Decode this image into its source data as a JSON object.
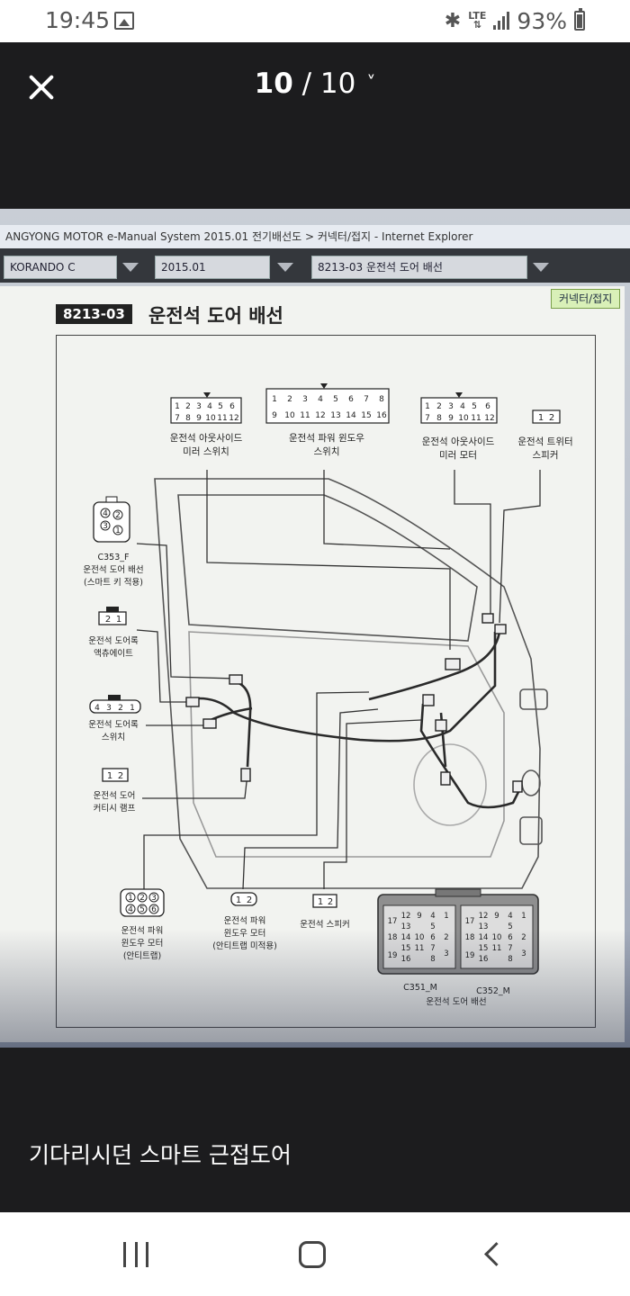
{
  "status": {
    "time": "19:45",
    "network": "LTE",
    "battery": "93%",
    "icons": [
      "gallery-icon",
      "bluetooth-icon",
      "lte-icon",
      "signal-icon",
      "battery-icon"
    ]
  },
  "viewer": {
    "current_page": "10",
    "separator": " / ",
    "total_pages": "10",
    "close_icon": "close-icon",
    "dropdown_icon": "chevron-down-icon"
  },
  "photo": {
    "window_title": "ANGYONG MOTOR e-Manual System 2015.01 전기배선도 > 커넥터/접지 - Internet Explorer",
    "model_select": "KORANDO C",
    "version_select": "2015.01",
    "doc_select": "8213-03 운전석 도어 배선",
    "connector_tab": "커넥터/접지",
    "doc_code": "8213-03",
    "doc_title": "운전석 도어 배선",
    "labels": {
      "outside_mirror_switch": [
        "운전석 아웃사이드",
        "미러 스위치"
      ],
      "power_window_switch": [
        "운전석 파워 윈도우",
        "스위치"
      ],
      "outside_mirror_motor": [
        "운전석 아웃사이드",
        "미러 모터"
      ],
      "tweeter_speaker": [
        "운전석 트위터",
        "스피커"
      ],
      "c353": [
        "C353_F",
        "운전석 도어 배선",
        "(스마트 키 적용)"
      ],
      "door_lock_actuator": [
        "운전석 도어록",
        "액츄에이트"
      ],
      "door_lock_switch": [
        "운전석 도어록",
        "스위치"
      ],
      "courtesy_lamp": [
        "운전석 도어",
        "커티시 램프"
      ],
      "pw_motor_antitrap": [
        "운전석 파워",
        "윈도우 모터",
        "(안티트랩)"
      ],
      "pw_motor_no_antitrap": [
        "운전석 파워",
        "윈도우 모터",
        "(안티트랩 미적용)"
      ],
      "speaker": [
        "운전석 스피커"
      ],
      "c351": "C351_M",
      "c352": "C352_M",
      "bottom_harness": "운전석 도어 배선"
    },
    "pins": {
      "row12a": [
        "1",
        "2",
        "3",
        "4",
        "5",
        "6"
      ],
      "row12b": [
        "7",
        "8",
        "9",
        "10",
        "11",
        "12"
      ],
      "row16a": [
        "1",
        "2",
        "3",
        "4",
        "5",
        "6",
        "7",
        "8"
      ],
      "row16b": [
        "9",
        "10",
        "11",
        "12",
        "13",
        "14",
        "15",
        "16"
      ],
      "two": [
        "1",
        "2"
      ],
      "two_rev": [
        "2",
        "1"
      ],
      "four": [
        "4",
        "3",
        "2",
        "1"
      ],
      "four_quad": [
        "4",
        "2",
        "3",
        "1"
      ],
      "six": [
        "1",
        "2",
        "3",
        "4",
        "5",
        "6"
      ],
      "big_left": [
        "17",
        "12",
        "9",
        "4",
        "1",
        "13",
        "5",
        "18",
        "14",
        "10",
        "6",
        "2",
        "15",
        "11",
        "7",
        "19",
        "16",
        "8",
        "3"
      ],
      "big_right": [
        "17",
        "12",
        "9",
        "4",
        "1",
        "13",
        "5",
        "18",
        "14",
        "10",
        "6",
        "2",
        "15",
        "11",
        "7",
        "19",
        "16",
        "8",
        "3"
      ]
    }
  },
  "caption": "기다리시던 스마트 근접도어",
  "navbar": {
    "recent_icon": "recent-apps-icon",
    "home_icon": "home-icon",
    "back_icon": "back-icon"
  }
}
